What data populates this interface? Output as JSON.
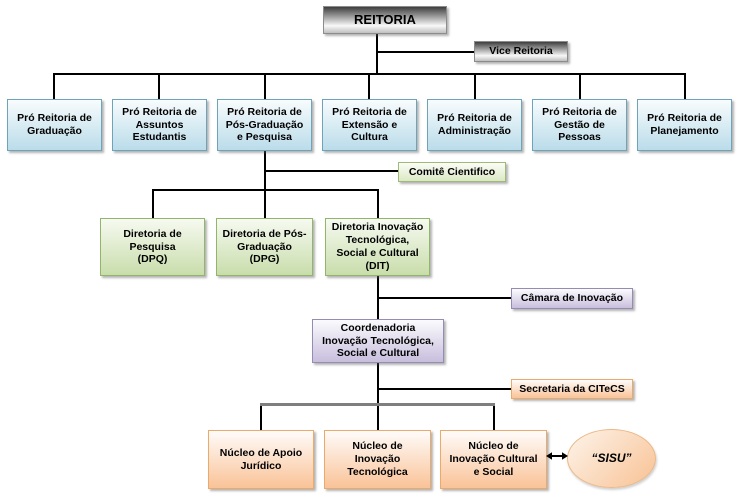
{
  "diagram": {
    "type": "organizational-chart",
    "nodes": {
      "reitoria": {
        "label": "REITORIA"
      },
      "vice_reitoria": {
        "label": "Vice Reitoria"
      },
      "pro_reitorias": [
        {
          "label": "Pró Reitoria de\nGraduação"
        },
        {
          "label": "Pró Reitoria de\nAssuntos\nEstudantis"
        },
        {
          "label": "Pró Reitoria de\nPós-Graduação\ne Pesquisa"
        },
        {
          "label": "Pró Reitoria de\nExtensão e\nCultura"
        },
        {
          "label": "Pró Reitoria de\nAdministração"
        },
        {
          "label": "Pró Reitoria de\nGestão de\nPessoas"
        },
        {
          "label": "Pró Reitoria de\nPlanejamento"
        }
      ],
      "comite": {
        "label": "Comitê Cientifico"
      },
      "diretorias": [
        {
          "label": "Diretoria de\nPesquisa\n(DPQ)"
        },
        {
          "label": "Diretoria de Pós-\nGraduação\n(DPG)"
        },
        {
          "label": "Diretoria Inovação\nTecnológica,\nSocial e Cultural\n(DIT)"
        }
      ],
      "camara": {
        "label": "Câmara de Inovação"
      },
      "coordenadoria": {
        "label": "Coordenadoria\nInovação Tecnológica,\nSocial e Cultural"
      },
      "secretaria": {
        "label": "Secretaria da CITeCS"
      },
      "nucleos": [
        {
          "label": "Núcleo de Apoio\nJurídico"
        },
        {
          "label": "Núcleo de\nInovação\nTecnológica"
        },
        {
          "label": "Núcleo de\nInovação Cultural\ne Social"
        }
      ],
      "sisu": {
        "label": "“SISU”"
      }
    },
    "hierarchy": [
      {
        "parent": "REITORIA",
        "children": [
          "Vice Reitoria",
          "Pró Reitoria de Graduação",
          "Pró Reitoria de Assuntos Estudantis",
          "Pró Reitoria de Pós-Graduação e Pesquisa",
          "Pró Reitoria de Extensão e Cultura",
          "Pró Reitoria de Administração",
          "Pró Reitoria de Gestão de Pessoas",
          "Pró Reitoria de Planejamento"
        ]
      },
      {
        "parent": "Pró Reitoria de Pós-Graduação e Pesquisa",
        "children": [
          "Comitê Cientifico",
          "Diretoria de Pesquisa (DPQ)",
          "Diretoria de Pós-Graduação (DPG)",
          "Diretoria Inovação Tecnológica, Social e Cultural (DIT)"
        ]
      },
      {
        "parent": "Diretoria Inovação Tecnológica, Social e Cultural (DIT)",
        "children": [
          "Câmara de Inovação",
          "Coordenadoria Inovação Tecnológica, Social e Cultural"
        ]
      },
      {
        "parent": "Coordenadoria Inovação Tecnológica, Social e Cultural",
        "children": [
          "Secretaria da CITeCS",
          "Núcleo de Apoio Jurídico",
          "Núcleo de Inovação Tecnológica",
          "Núcleo de Inovação Cultural e Social"
        ]
      },
      {
        "link": "Núcleo de Inovação Cultural e Social <-> “SISU”"
      }
    ],
    "colors": {
      "gray_top": "#3e3e3e",
      "blue_fill": "#badcea",
      "blue_border": "#6fa3ba",
      "green_fill": "#c9ddab",
      "green_border": "#92b56b",
      "purple_fill": "#c8bedd",
      "purple_border": "#958bb3",
      "orange_fill": "#fac397",
      "orange_border": "#eba96a",
      "connector_black": "#000000",
      "connector_gray": "#7f7f7f"
    }
  }
}
